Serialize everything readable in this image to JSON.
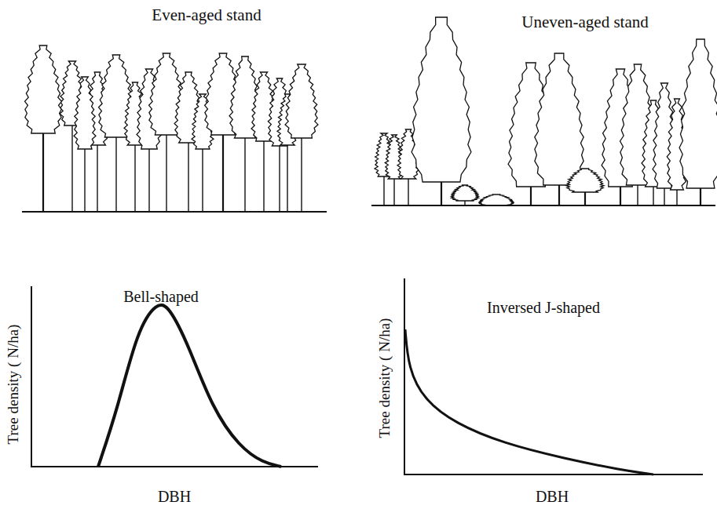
{
  "diagram": {
    "labels": [
      "Even-aged stand",
      "Uneven-aged stand",
      "Bell-shaped",
      "Tree density ( N/ha)",
      "DBH",
      "Inversed J-shaped",
      "Tree density ( N/ha)",
      "DBH"
    ]
  }
}
